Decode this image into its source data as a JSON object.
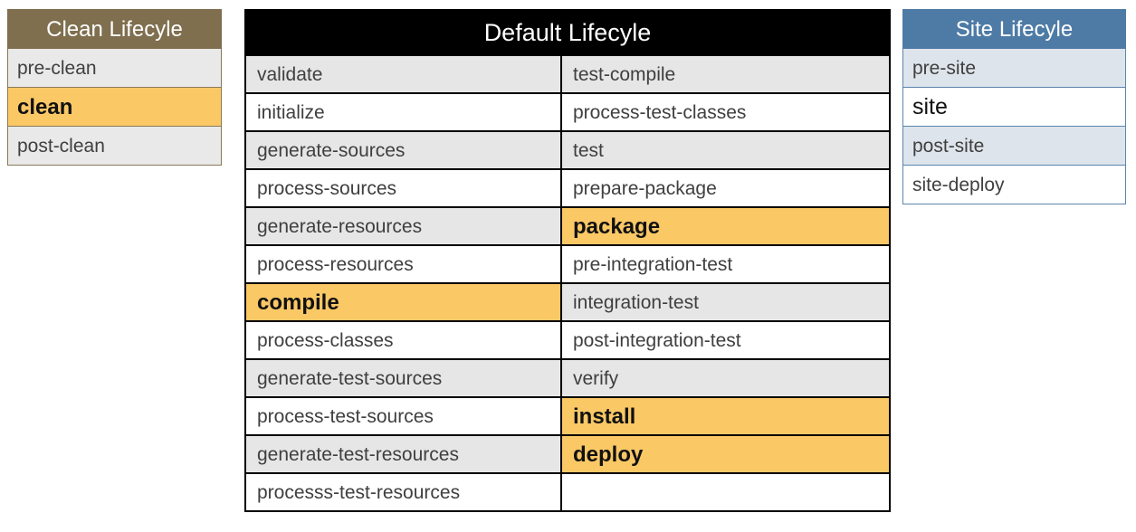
{
  "colors": {
    "clean_header_bg": "#7F6F4F",
    "default_header_bg": "#000000",
    "site_header_bg": "#4E7BA6",
    "highlight_bg": "#FBC866",
    "alt_row_bg": "#E6E6E6",
    "site_alt_row_bg": "#DEE4EB",
    "text": "#3f3f3f",
    "header_text": "#ffffff"
  },
  "clean_lifecycle": {
    "title": "Clean Lifecyle",
    "phases": [
      {
        "label": "pre-clean",
        "highlighted": false
      },
      {
        "label": "clean",
        "highlighted": true
      },
      {
        "label": "post-clean",
        "highlighted": false
      }
    ]
  },
  "default_lifecycle": {
    "title": "Default Lifecyle",
    "left_column": [
      {
        "label": "validate",
        "highlighted": false,
        "alt": true
      },
      {
        "label": "initialize",
        "highlighted": false,
        "alt": false
      },
      {
        "label": "generate-sources",
        "highlighted": false,
        "alt": true
      },
      {
        "label": "process-sources",
        "highlighted": false,
        "alt": false
      },
      {
        "label": "generate-resources",
        "highlighted": false,
        "alt": true
      },
      {
        "label": "process-resources",
        "highlighted": false,
        "alt": false
      },
      {
        "label": "compile",
        "highlighted": true,
        "alt": false
      },
      {
        "label": "process-classes",
        "highlighted": false,
        "alt": false
      },
      {
        "label": "generate-test-sources",
        "highlighted": false,
        "alt": true
      },
      {
        "label": "process-test-sources",
        "highlighted": false,
        "alt": false
      },
      {
        "label": "generate-test-resources",
        "highlighted": false,
        "alt": true
      },
      {
        "label": "processs-test-resources",
        "highlighted": false,
        "alt": false
      }
    ],
    "right_column": [
      {
        "label": "test-compile",
        "highlighted": false,
        "alt": true
      },
      {
        "label": "process-test-classes",
        "highlighted": false,
        "alt": false
      },
      {
        "label": "test",
        "highlighted": false,
        "alt": true
      },
      {
        "label": "prepare-package",
        "highlighted": false,
        "alt": false
      },
      {
        "label": "package",
        "highlighted": true,
        "alt": false
      },
      {
        "label": "pre-integration-test",
        "highlighted": false,
        "alt": false
      },
      {
        "label": "integration-test",
        "highlighted": false,
        "alt": true
      },
      {
        "label": "post-integration-test",
        "highlighted": false,
        "alt": false
      },
      {
        "label": "verify",
        "highlighted": false,
        "alt": true
      },
      {
        "label": "install",
        "highlighted": true,
        "alt": false
      },
      {
        "label": "deploy",
        "highlighted": true,
        "alt": false
      },
      {
        "label": "",
        "highlighted": false,
        "alt": false
      }
    ]
  },
  "site_lifecycle": {
    "title": "Site Lifecyle",
    "phases": [
      {
        "label": "pre-site",
        "highlighted": false,
        "alt": true
      },
      {
        "label": "site",
        "highlighted": true,
        "alt": false
      },
      {
        "label": "post-site",
        "highlighted": false,
        "alt": true
      },
      {
        "label": "site-deploy",
        "highlighted": false,
        "alt": false
      }
    ]
  }
}
